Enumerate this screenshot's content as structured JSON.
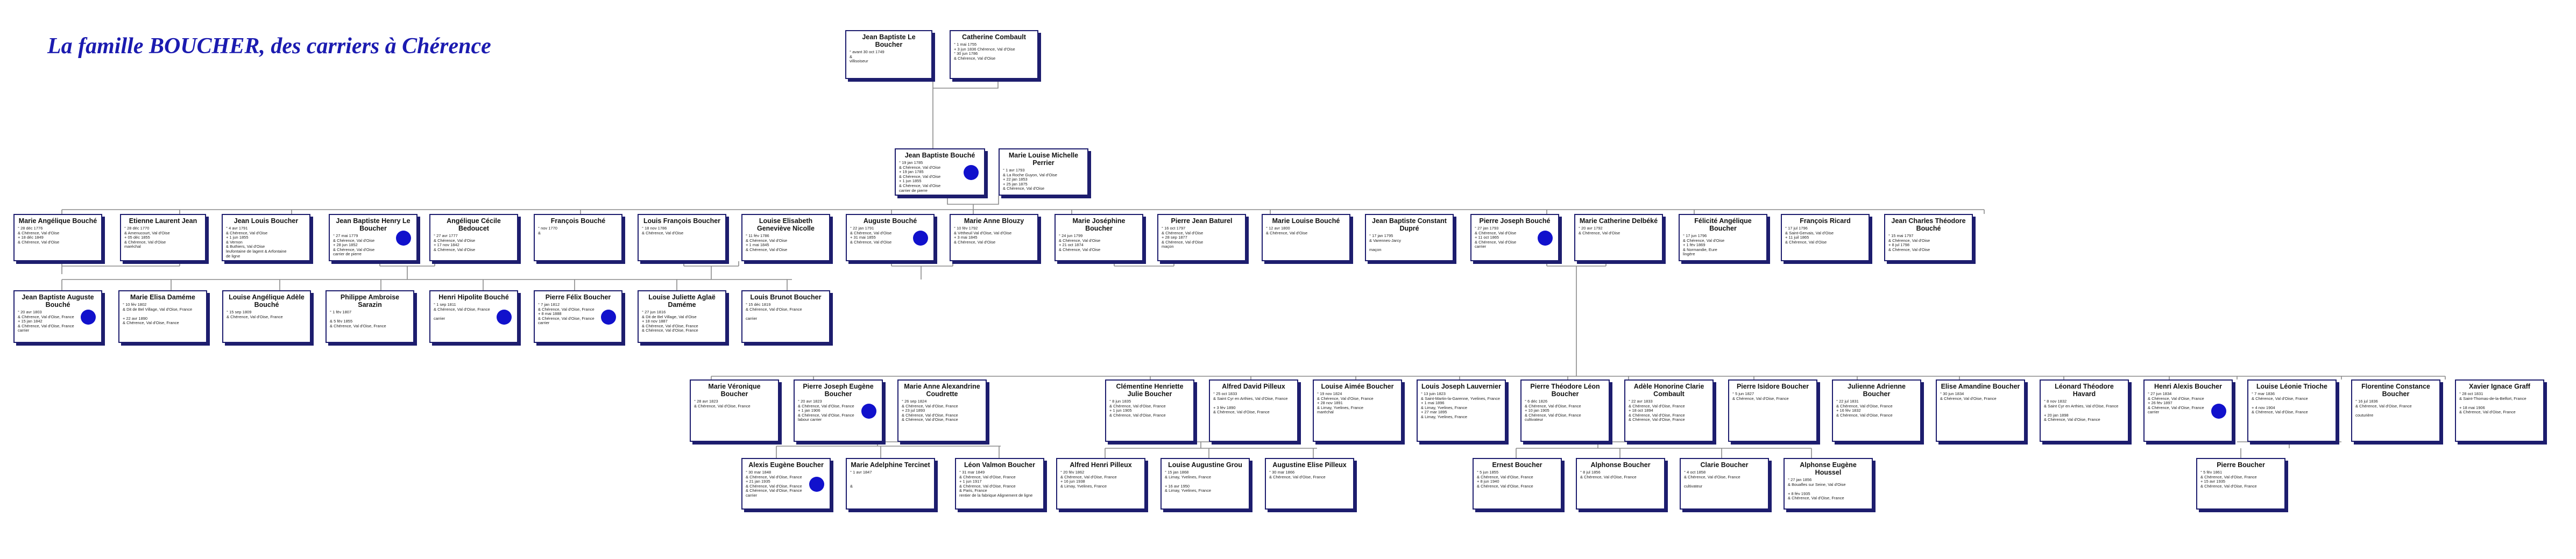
{
  "title": "La famille BOUCHER, des carriers à Chérence",
  "people": {
    "jb_le_boucher": {
      "name": "Jean Baptiste Le Boucher",
      "details": "° avant 30 oct 1749\n&\nvillisoiseur"
    },
    "catherine_combault": {
      "name": "Catherine Combault",
      "details": "° 1 mai 1755\n+ 3 jun 1836 Chérence, Val d'Oise\n° 30 jun 1786\n& Chérence, Val d'Oise"
    },
    "jb_bouche": {
      "name": "Jean Baptiste Bouché",
      "details": "° 19 jan 1785\n& Chérence, Val d'Oise\n+ 19 jan 1785\n& Chérence, Val d'Oise\n+ 1 jun 1855\n& Chérence, Val d'Oise\ncarrier de pierre"
    },
    "ml_michelle_perrier": {
      "name": "Marie Louise Michelle Perrier",
      "details": "° 1 avr 1793\n& La Roche Guyon, Val d'Oise\n+ 22 jan 1853\n+ 25 jan 1875\n& Chérence, Val d'Oise"
    },
    "marie_angelique_bouche": {
      "name": "Marie Angélique Bouché",
      "details": "° 28 déc 1776\n& Chérence, Val d'Oise\n+ 18 déc 1849\n& Chérence, Val d'Oise"
    },
    "etienne_laurent_jean": {
      "name": "Etienne Laurent Jean",
      "details": "° 28 déc 1770\n& Amenucourt, Val d'Oise\n+ 05 déc 1855\n& Chérence, Val d'Oise\nmaréchal"
    },
    "jean_louis_boucher": {
      "name": "Jean Louis Boucher",
      "details": "° 4 avr 1791\n& Chérence, Val d'Oise\n+ 1 jun 1855\n& Vernon\n& Buthiers, Val d'Oise\nleufontaine de lagent & Arfontaine\nde ligne"
    },
    "jb_henry_le_boucher": {
      "name": "Jean Baptiste Henry Le Boucher",
      "details": "° 27 mai 1779\n& Chérence, Val d'Oise\n+ 28 jun 1852\n& Chérence, Val d'Oise\ncarrier de pierre"
    },
    "angelique_cecile_bedoucet": {
      "name": "Angélique Cécile Bedoucet",
      "details": "° 27 avr 1777\n& Chérence, Val d'Oise\n+ 17 nov 1842\n& Chérence, Val d'Oise"
    },
    "francois_bouche": {
      "name": "François Bouché",
      "details": "° nov 1770\n&"
    },
    "louis_francois_boucher": {
      "name": "Louis François Boucher",
      "details": "° 18 nov 1786\n& Chérence, Val d'Oise"
    },
    "louise_elisabeth_genevieve": {
      "name": "Louise Elisabeth Geneviève Nicolle",
      "details": "° 11 fév 1786\n& Chérence, Val d'Oise\n+ 1 mai 1845\n& Chérence, Val d'Oise"
    },
    "auguste_bouche": {
      "name": "Auguste Bouché",
      "details": "° 22 jan 1791\n& Chérence, Val d'Oise\n+ 31 mai 1855\n& Chérence, Val d'Oise"
    },
    "marie_anne_blouzy": {
      "name": "Marie Anne Blouzy",
      "details": "° 10 fév 1792\n& Vétheuil Val d'Oise, Val d'Oise\n+ 3 mai 1845\n& Chérence, Val d'Oise"
    },
    "marie_josephine_boucher": {
      "name": "Marie Joséphine Boucher",
      "details": "° 24 jun 1799\n& Chérence, Val d'Oise\n+ 21 oct 1874\n& Chérence, Val d'Oise"
    },
    "pierre_jean_baturel": {
      "name": "Pierre Jean Baturel",
      "details": "° 16 oct 1797\n& Chérence, Val d'Oise\n+ 28 sep 1877\n& Chérence, Val d'Oise\nmaçon"
    },
    "marie_louise_bouche": {
      "name": "Marie Louise Bouché",
      "details": "° 12 avr 1800\n& Chérence, Val d'Oise"
    },
    "jb_constant_dupre": {
      "name": "Jean Baptiste Constant Dupré",
      "details": "° 17 jan 1795\n& Varennes-Jarcy\n\nmaçon"
    },
    "pierre_joseph_bouche": {
      "name": "Pierre Joseph Bouché",
      "details": "° 27 jan 1793\n& Chérence, Val d'Oise\n+ 11 oct 1865\n& Chérence, Val d'Oise\ncarrier"
    },
    "marie_catherine_delbeke": {
      "name": "Marie Catherine Delbéké",
      "details": "° 20 avr 1792\n& Chérence, Val d'Oise"
    },
    "felicite_angelique_boucher": {
      "name": "Félicité Angélique Boucher",
      "details": "° 17 jun 1796\n& Chérence, Val d'Oise\n+ 1 fév 1869\n& Normandie, Eure\nlingère"
    },
    "francois_ricard": {
      "name": "François Ricard",
      "details": "° 17 jul 1796\n& Saint-Gervais, Val d'Oise\n+ 11 juil 1865\n& Chérence, Val d'Oise"
    },
    "jean_charles_theodore": {
      "name": "Jean Charles Théodore Bouché",
      "details": "° 15 mai 1797\n& Chérence, Val d'Oise\n+ 8 jul 1798\n& Chérence, Val d'Oise"
    },
    "jb_auguste_bouche": {
      "name": "Jean Baptiste Auguste Bouché",
      "details": "° 20 avr 1803\n& Chérence, Val d'Oise, France\n+ 15 jan 1842\n& Chérence, Val d'Oise, France\ncarrier"
    },
    "marie_elisa_dameme": {
      "name": "Marie Elisa Daméme",
      "details": "° 10 fév 1802\n& Dit de Bel Village, Val d'Oise, France\n\n+ 22 avr 1890\n& Chérence, Val d'Oise, France"
    },
    "louise_angelique_adele": {
      "name": "Louise Angélique Adèle Bouché",
      "details": "° 15 sep 1809\n& Chérence, Val d'Oise, France"
    },
    "philippe_ambroise_sarazin": {
      "name": "Philippe Ambroise Sarazin",
      "details": "° 1 fév 1807\n\n& 5 fév 1855\n& Chérence, Val d'Oise, France"
    },
    "henri_hipolite_bouche": {
      "name": "Henri Hipolite Bouché",
      "details": "° 1 sep 1811\n& Chérence, Val d'Oise, France\n\ncarrier"
    },
    "pierre_felix_boucher": {
      "name": "Pierre Félix Boucher",
      "details": "° 7 jan 1812\n& Chérence, Val d'Oise, France\n+ 8 mai 1888\n& Chérence, Val d'Oise, France\ncarrier"
    },
    "louise_juliette_agle_dameme": {
      "name": "Louise Juliette Aglaë Daméme",
      "details": "° 27 jun 1816\n& Dit de Bel Village, Val d'Oise\n+ 18 nov 1887\n& Chérence, Val d'Oise, France\n& Chérence, Val d'Oise, France"
    },
    "louis_bruno_boucher": {
      "name": "Louis Brunot Boucher",
      "details": "° 15 déc 1819\n& Chérence, Val d'Oise, France\n\ncarrier"
    },
    "marie_veronique_boucher": {
      "name": "Marie Véronique Boucher",
      "details": "° 28 avr 1823\n& Chérence, Val d'Oise, France"
    },
    "pierre_joseph_eugene_boucher": {
      "name": "Pierre Joseph Eugène Boucher",
      "details": "° 20 avr 1823\n& Chérence, Val d'Oise, France\n+ 1 jan 1906\n& Chérence, Val d'Oise, France\nlabour carrier"
    },
    "marie_anne_alexandrine": {
      "name": "Marie Anne Alexandrine Coudrette",
      "details": "° 26 sep 1824\n& Chérence, Val d'Oise, France\n+ 23 jul 1893\n& Chérence, Val d'Oise, France\n& Chérence, Val d'Oise, France"
    },
    "clementine_henriette_julie": {
      "name": "Clémentine Henriette Julie Boucher",
      "details": "° 8 jun 1835\n& Chérence, Val d'Oise, France\n+ 1 jun 1905\n& Chérence, Val d'Oise, France"
    },
    "alfred_david_pilleux": {
      "name": "Alfred David Pilleux",
      "details": "° 25 oct 1833\n& Saint Cyr en Arthies, Val d'Oise, France\n\n+ 3 fév 1890\n& Chérence, Val d'Oise, France"
    },
    "louise_aimee_boucher": {
      "name": "Louise Aimée Boucher",
      "details": "° 19 nov 1824\n& Chérence, Val d'Oise, France\n+ 28 nov 1891\n& Limay, Yvelines, France\nmaréchal"
    },
    "louis_joseph_lauvernier": {
      "name": "Louis Joseph Lauvernier",
      "details": "° 13 juin 1823\n& Saint-Martin-la-Garenne, Yvelines, France\n+ 1 mai 1896\n& Limay, Yvelines, France\n+ 27 mar 1895\n& Limay, Yvelines, France"
    },
    "pierre_theodore_leon_boucher": {
      "name": "Pierre Théodore Léon Boucher",
      "details": "° 6 déc 1826\n& Chérence, Val d'Oise, France\n+ 10 jan 1905\n& Chérence, Val d'Oise, France\ncultivateur"
    },
    "adele_honorine_clarie": {
      "name": "Adèle Honorine Clarie Combault",
      "details": "° 22 avr 1833\n& Chérence, Val d'Oise, France\n+ 18 oct 1894\n& Chérence, Val d'Oise, France\n& Chérence, Val d'Oise, France"
    },
    "pierre_isidore_boucher": {
      "name": "Pierre Isidore Boucher",
      "details": "° 5 jun 1827\n& Chérence, Val d'Oise, France"
    },
    "julienne_adrienne_boucher": {
      "name": "Julienne Adrienne Boucher",
      "details": "° 22 jul 1831\n& Chérence, Val d'Oise, France\n+ 16 fév 1832\n& Chérence, Val d'Oise, France"
    },
    "elise_amandine_boucher": {
      "name": "Elise Amandine Boucher",
      "details": "° 30 jun 1834\n& Chérence, Val d'Oise, France"
    },
    "leonard_theodore_havard": {
      "name": "Léonard Théodore Havard",
      "details": "° 8 nov 1832\n& Saint Cyr en Arthies, Val d'Oise, France\n\n+ 20 jan 1898\n& Chérence, Val d'Oise, France"
    },
    "henri_alexis_boucher": {
      "name": "Henri Alexis Boucher",
      "details": "° 27 jun 1834\n& Chérence, Val d'Oise, France\n+ 26 fév 1897\n& Chérence, Val d'Oise, France\ncarrier"
    },
    "louise_leonie_trioche": {
      "name": "Louise Léonie Trioche",
      "details": "° 7 mar 1836\n& Chérence, Val d'Oise, France\n\n+ 4 nov 1904\n& Chérence, Val d'Oise, France"
    },
    "florentine_constance_boucher": {
      "name": "Florentine Constance Boucher",
      "details": "° 16 jul 1836\n& Chérence, Val d'Oise, France\n\ncouturière"
    },
    "xavier_ignace_graff": {
      "name": "Xavier Ignace Graff",
      "details": "° 28 oct 1831\n& Saint-Thomas-de-la-Belfort, France\n\n+ 18 mai 1906\n& Chérence, Val d'Oise, France"
    },
    "alexis_eugene_boucher": {
      "name": "Alexis Eugène Boucher",
      "details": "° 30 mar 1848\n& Chérence, Val d'Oise, France\n+ 21 jan 1935\n& Chérence, Val d'Oise, France\n& Chérence, Val d'Oise, France\ncarrier"
    },
    "marie_adelphine_tercinet": {
      "name": "Marie Adelphine Tercinet",
      "details": "° 1 avr 1847\n\n\n&"
    },
    "leon_valmon_boucher": {
      "name": "Léon Valmon Boucher",
      "details": "° 31 mar 1849\n& Chérence, Val d'Oise, France\n+ 1 jun 1917\n& Chérence, Val d'Oise, France\n& Paris, France\nrentier de la fabrique Alignement de ligne"
    },
    "alfred_henri_pilleux": {
      "name": "Alfred Henri Pilleux",
      "details": "° 20 fév 1862\n& Chérence, Val d'Oise, France\n+ 16 jun 1938\n& Limay, Yvelines, France"
    },
    "louise_augustine_grou": {
      "name": "Louise Augustine Grou",
      "details": "° 15 jan 1868\n& Limay, Yvelines, France\n\n+ 16 avr 1950\n& Limay, Yvelines, France"
    },
    "augustine_elise_pilleux": {
      "name": "Augustine Elise Pilleux",
      "details": "° 30 mar 1866\n& Chérence, Val d'Oise, France"
    },
    "ernest_boucher": {
      "name": "Ernest Boucher",
      "details": "° 5 jun 1855\n& Chérence, Val d'Oise, France\n+ 8 jun 1940\n& Chérence, Val d'Oise, France"
    },
    "alphonse_boucher": {
      "name": "Alphonse Boucher",
      "details": "° 8 jul 1856\n& Chérence, Val d'Oise, France"
    },
    "clarie_boucher": {
      "name": "Clarie Boucher",
      "details": "° 4 oct 1858\n& Chérence, Val d'Oise, France\n\ncultivateur"
    },
    "alphonse_eugene_houssel": {
      "name": "Alphonse Eugène Houssel",
      "details": "° 27 jan 1856\n& Bouafles sur Seine, Val d'Oise\n\n+ 8 fév 1935\n& Chérence, Val d'Oise, France"
    },
    "pierre_boucher": {
      "name": "Pierre Boucher",
      "details": "° 5 fév 1861\n& Chérence, Val d'Oise, France\n+ 15 avr 1935\n& Chérence, Val d'Oise, France"
    }
  }
}
